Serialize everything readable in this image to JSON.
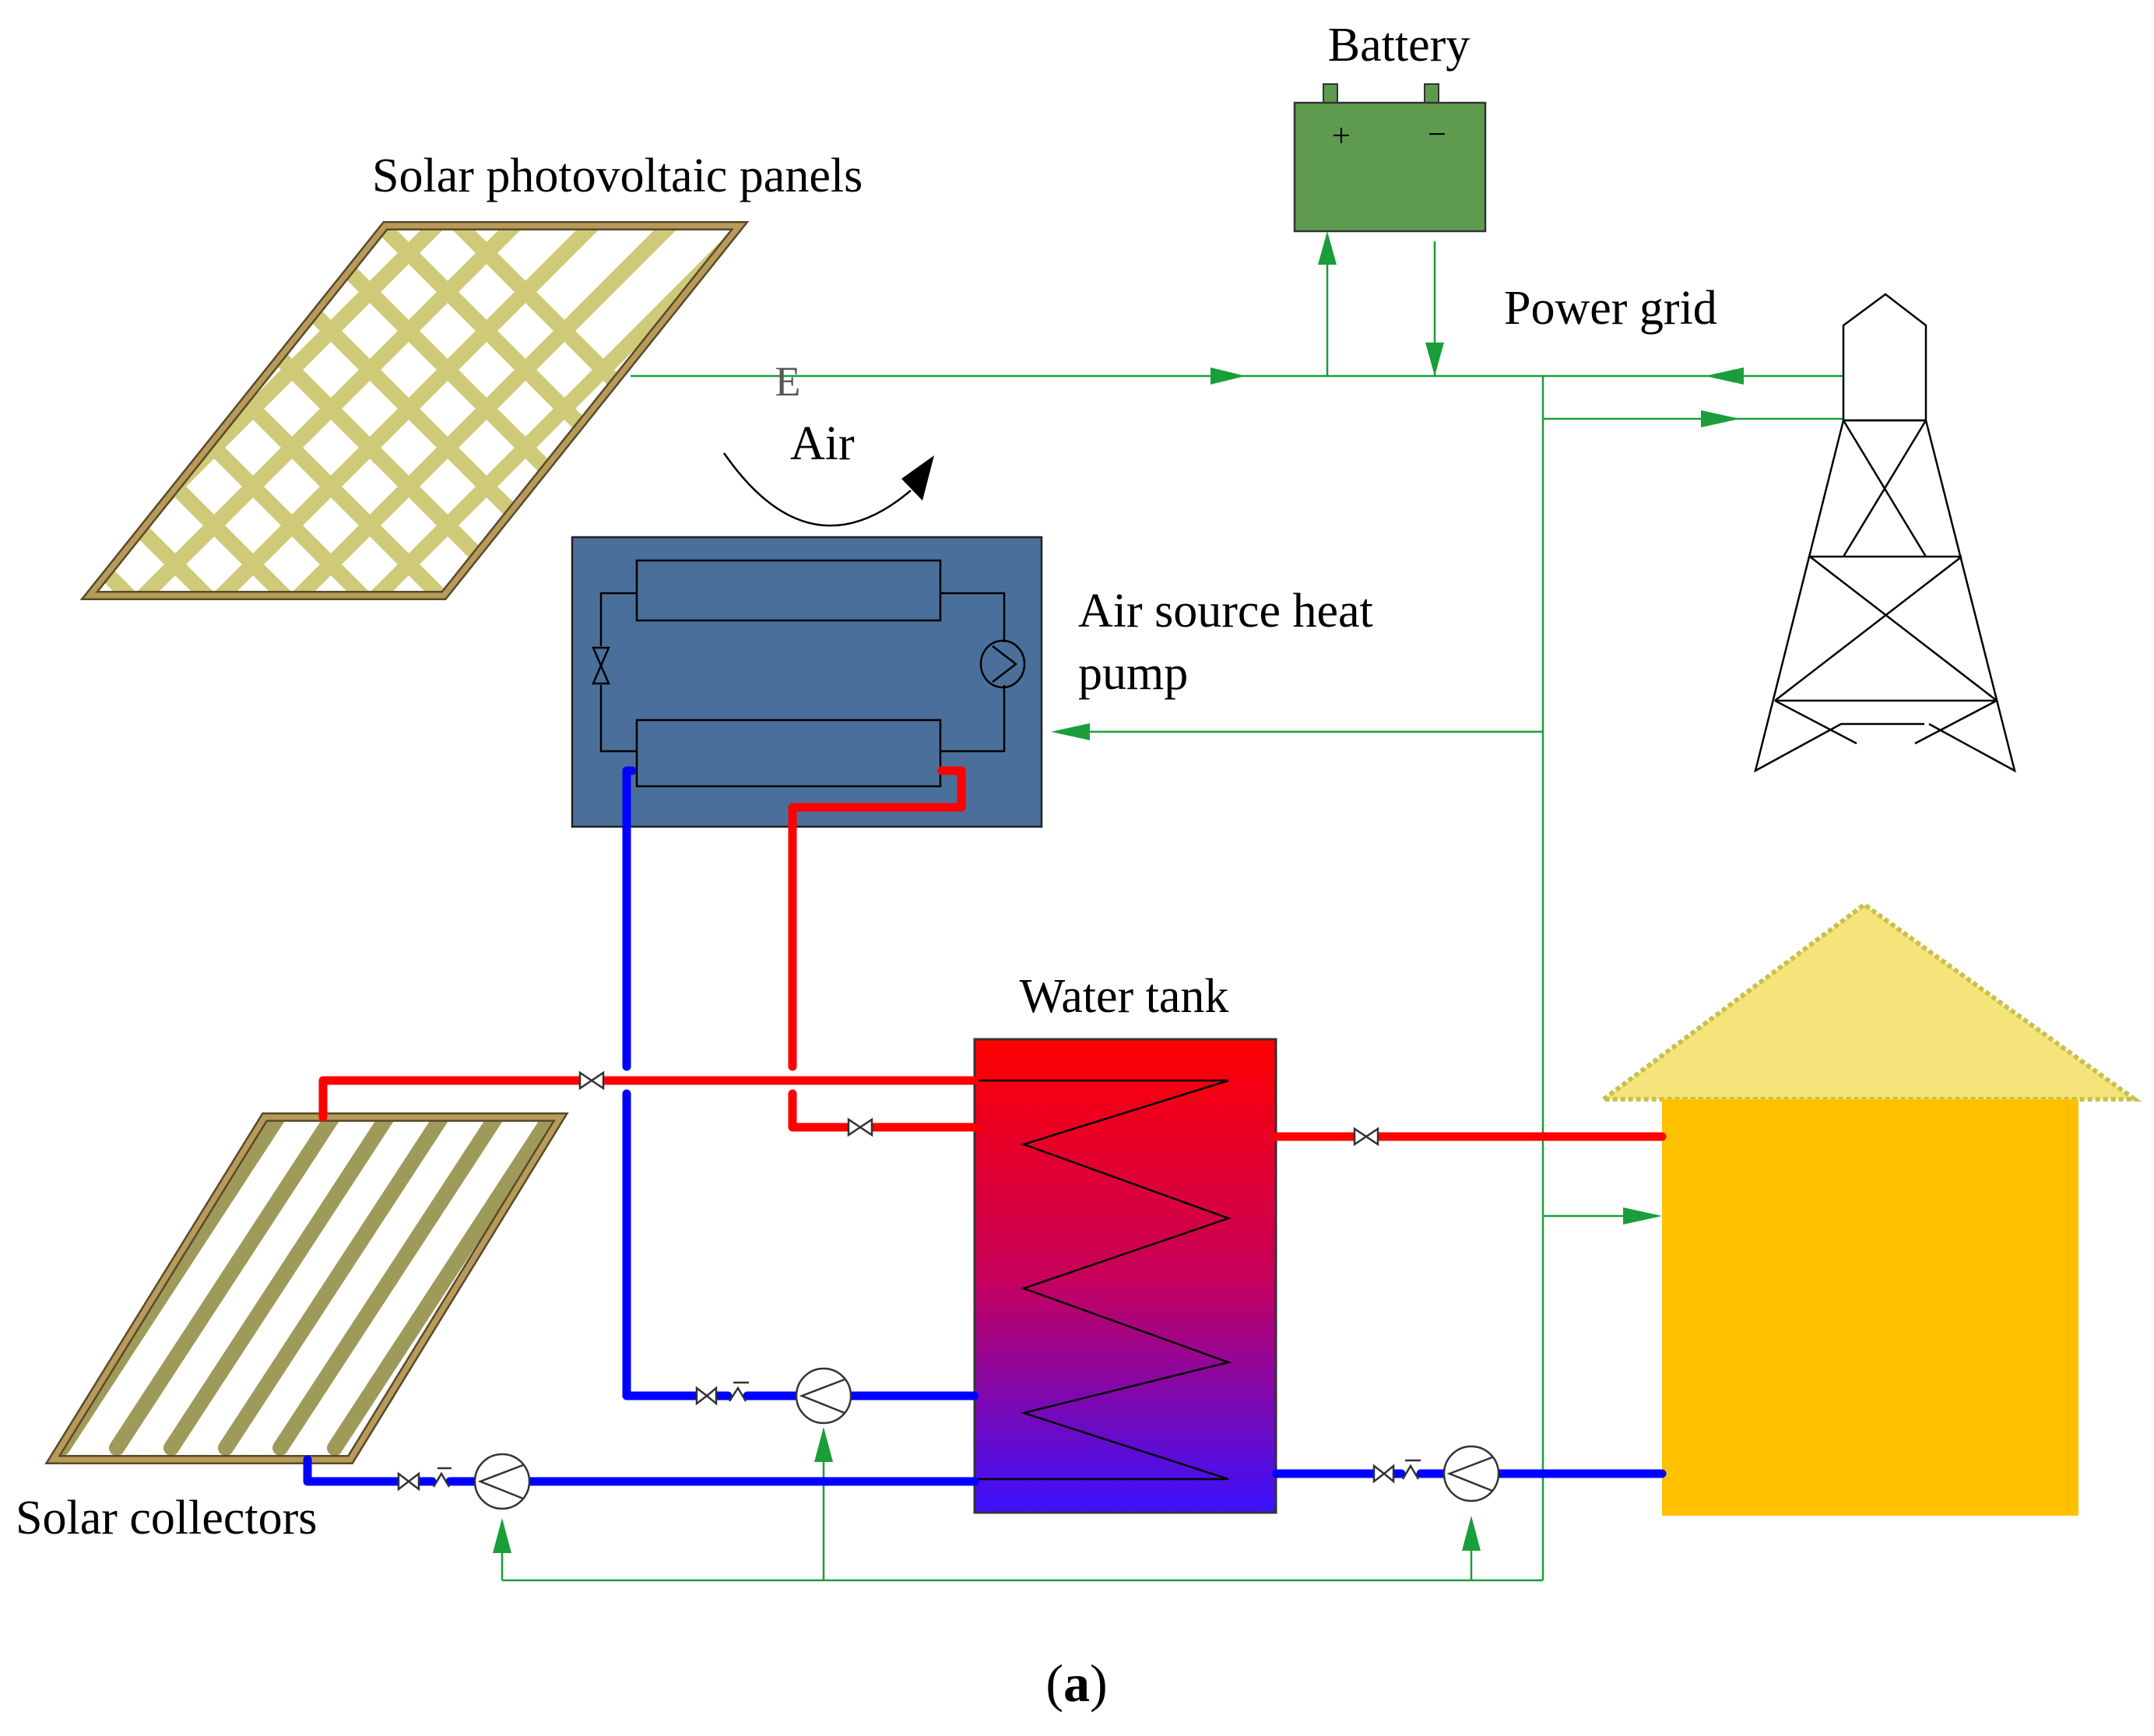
{
  "labels": {
    "battery": "Battery",
    "pv_panels": "Solar photovoltaic panels",
    "power_grid": "Power grid",
    "electricity": "E",
    "air": "Air",
    "heat_pump_line1": "Air source heat",
    "heat_pump_line2": "pump",
    "water_tank": "Water tank",
    "solar_collectors": "Solar collectors",
    "battery_plus": "+",
    "battery_minus": "−",
    "caption_open": "(",
    "caption_letter": "a",
    "caption_close": ")"
  },
  "colors": {
    "electric_line": "#1a9e3a",
    "hot_pipe": "#ff0000",
    "cold_pipe": "#0000ff",
    "battery_fill": "#5f9b4f",
    "heat_pump_fill": "#4a6f9a",
    "house_body": "#ffc000",
    "house_roof": "#f5e47a",
    "pv_grid": "#cfca78",
    "collector_stripe": "#9e9a5a",
    "frame": "#b89a5a"
  }
}
